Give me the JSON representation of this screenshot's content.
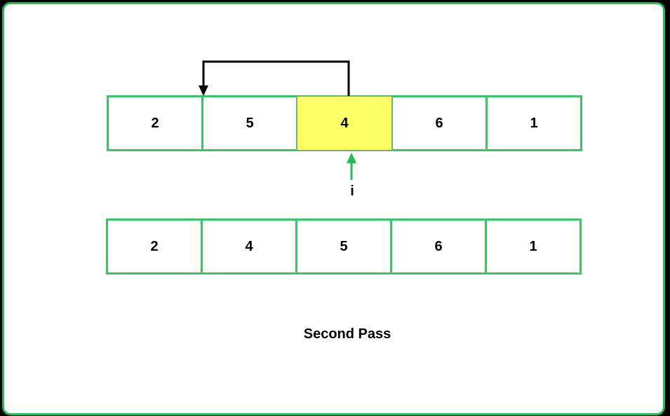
{
  "top_array": [
    "2",
    "5",
    "4",
    "6",
    "1"
  ],
  "highlighted_index": 2,
  "pointer_label": "i",
  "bottom_array": [
    "2",
    "4",
    "5",
    "6",
    "1"
  ],
  "caption": "Second Pass",
  "colors": {
    "frame_border": "#22bb55",
    "cell_border": "#3cc466",
    "highlight_fill": "#ffff66",
    "pointer_arrow": "#22bb55",
    "move_arrow": "#000000"
  }
}
